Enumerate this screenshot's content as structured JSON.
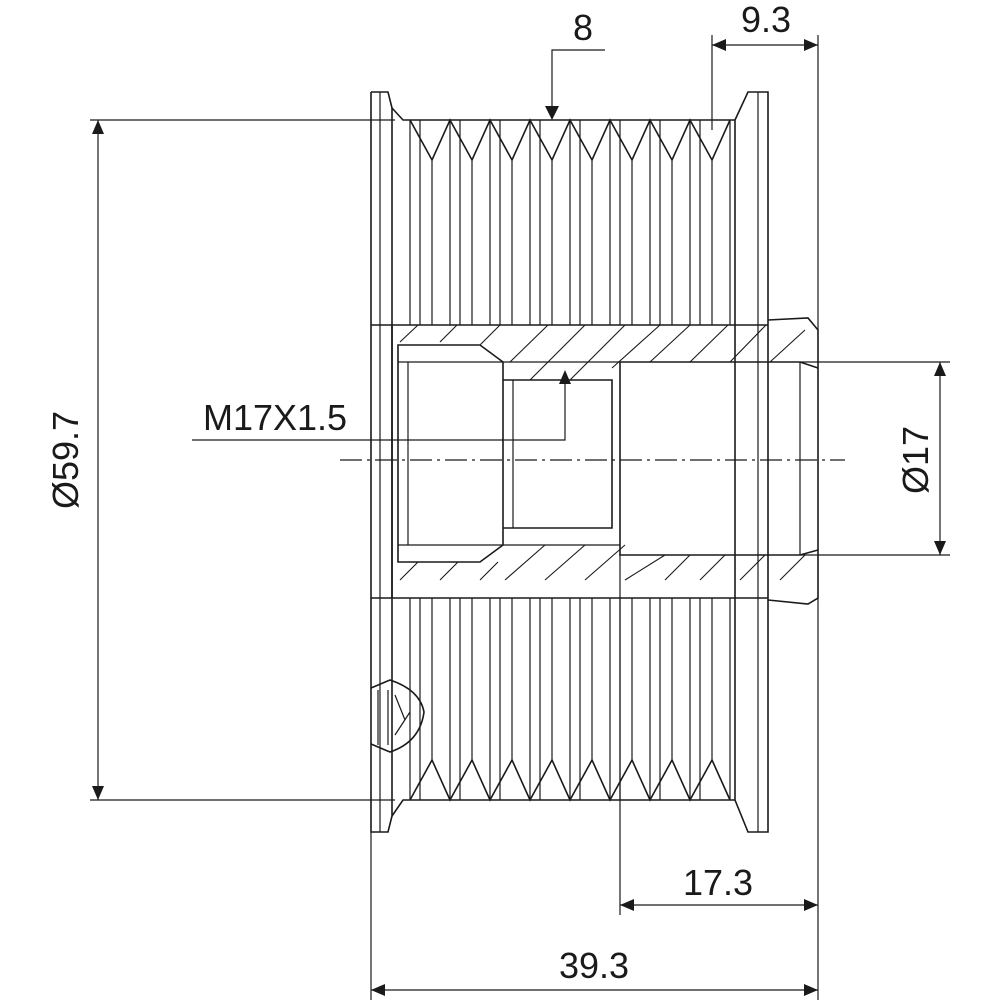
{
  "drawing": {
    "kind": "alternator pulley technical drawing",
    "line_color": "#1a1a1a",
    "background": "#ffffff",
    "dimensions": {
      "groove_count": "8",
      "offset_right": "9.3",
      "outer_diameter": "Ø59.7",
      "thread": "M17X1.5",
      "bore_diameter": "Ø17",
      "bore_depth": "17.3",
      "overall_length": "39.3"
    }
  }
}
